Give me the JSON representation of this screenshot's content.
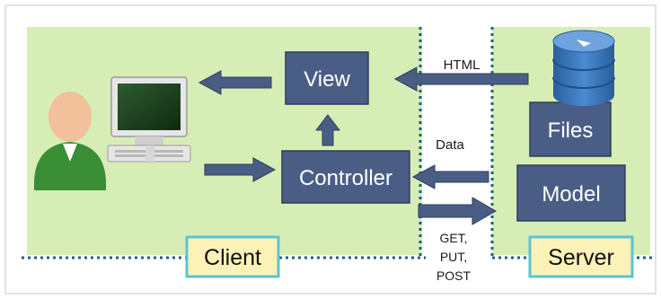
{
  "diagram": {
    "zones": {
      "client_label": "Client",
      "server_label": "Server"
    },
    "components": {
      "view": "View",
      "controller": "Controller",
      "files": "Files",
      "model": "Model"
    },
    "flows": {
      "html": "HTML",
      "data": "Data",
      "request_methods": [
        "GET,",
        "PUT,",
        "POST"
      ]
    },
    "icons": [
      "user-icon",
      "computer-monitor-icon",
      "database-icon"
    ],
    "colors": {
      "client_bg": "#d6eeb5",
      "server_bg": "#d6eeb5",
      "box_fill": "#4a5e85",
      "box_text": "#ffffff",
      "arrow_fill": "#4a5e85",
      "label_fill": "#fcf2b8",
      "label_border": "#5cc3d6",
      "dotted_line": "#1f5e8a",
      "database": "#3a73b8",
      "user_body": "#3a8e35",
      "user_head": "#f2c09a"
    }
  }
}
